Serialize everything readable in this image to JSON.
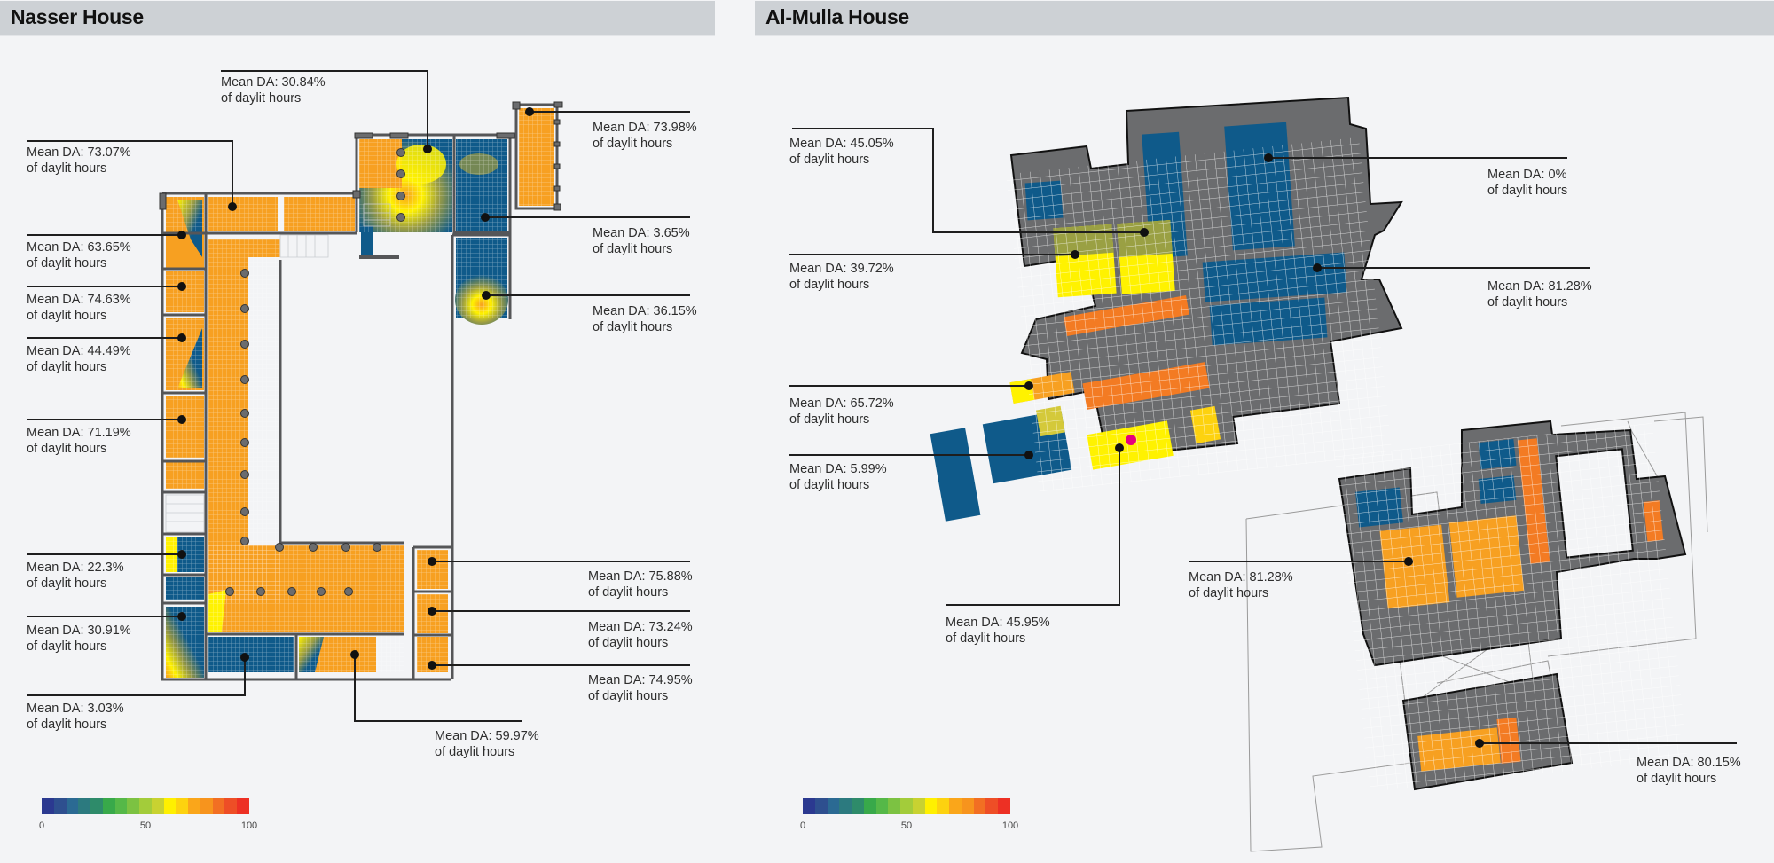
{
  "panels": [
    {
      "title": "Nasser House",
      "annotations": [
        {
          "value": "Mean DA: 30.84%",
          "unit": "of daylit hours"
        },
        {
          "value": "Mean DA: 73.07%",
          "unit": "of daylit hours"
        },
        {
          "value": "Mean DA: 63.65%",
          "unit": "of daylit hours"
        },
        {
          "value": "Mean DA: 74.63%",
          "unit": "of daylit hours"
        },
        {
          "value": "Mean DA: 44.49%",
          "unit": "of daylit hours"
        },
        {
          "value": "Mean DA: 71.19%",
          "unit": "of daylit hours"
        },
        {
          "value": "Mean DA: 22.3%",
          "unit": "of daylit hours"
        },
        {
          "value": "Mean DA: 30.91%",
          "unit": "of daylit hours"
        },
        {
          "value": "Mean DA: 3.03%",
          "unit": "of daylit hours"
        },
        {
          "value": "Mean DA: 73.98%",
          "unit": "of daylit hours"
        },
        {
          "value": "Mean DA: 3.65%",
          "unit": "of daylit hours"
        },
        {
          "value": "Mean DA: 36.15%",
          "unit": "of daylit hours"
        },
        {
          "value": "Mean DA: 75.88%",
          "unit": "of daylit hours"
        },
        {
          "value": "Mean DA: 73.24%",
          "unit": "of daylit hours"
        },
        {
          "value": "Mean DA: 74.95%",
          "unit": "of daylit hours"
        },
        {
          "value": "Mean DA: 59.97%",
          "unit": "of daylit hours"
        }
      ],
      "legend": {
        "min": "0",
        "mid": "50",
        "max": "100"
      }
    },
    {
      "title": "Al-Mulla House",
      "annotations": [
        {
          "value": "Mean DA: 45.05%",
          "unit": "of daylit hours"
        },
        {
          "value": "Mean DA: 39.72%",
          "unit": "of daylit hours"
        },
        {
          "value": "Mean DA: 65.72%",
          "unit": "of daylit hours"
        },
        {
          "value": "Mean DA: 5.99%",
          "unit": "of daylit hours"
        },
        {
          "value": "Mean DA: 45.95%",
          "unit": "of daylit hours"
        },
        {
          "value": "Mean DA: 0%",
          "unit": "of daylit hours"
        },
        {
          "value": "Mean DA: 81.28%",
          "unit": "of daylit hours"
        },
        {
          "value": "Mean DA: 81.28%",
          "unit": "of daylit hours"
        },
        {
          "value": "Mean DA: 80.15%",
          "unit": "of daylit hours"
        }
      ],
      "legend": {
        "min": "0",
        "mid": "50",
        "max": "100"
      }
    }
  ],
  "colors": {
    "scale": [
      "#2b3990",
      "#2e4f8f",
      "#2b6a93",
      "#2c7a7f",
      "#2e8b6a",
      "#38a94a",
      "#55b848",
      "#7cc242",
      "#a3cc3a",
      "#c8d231",
      "#fff000",
      "#fdd20f",
      "#faa61a",
      "#f7941d",
      "#f26f23",
      "#ee4e26",
      "#ed3024"
    ],
    "low": "#0f5a8a",
    "mid": "#fff200",
    "high": "#f7a021",
    "veryhigh": "#f37b23",
    "wall": "#6b6c6e",
    "highlight": "#e6007e"
  }
}
